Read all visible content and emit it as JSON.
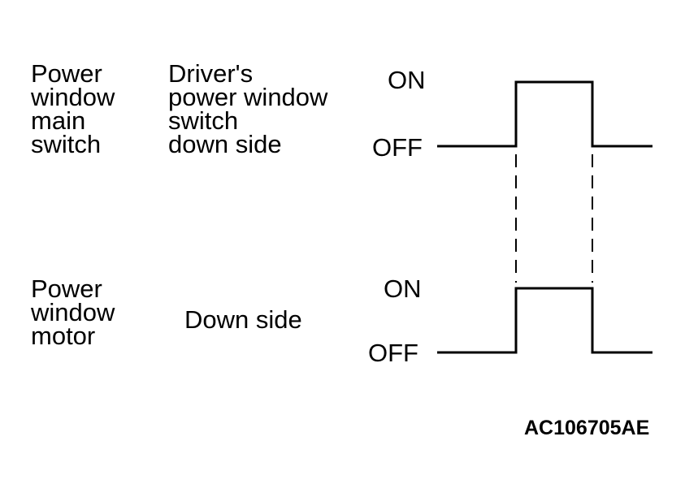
{
  "signals": [
    {
      "name_lines": [
        "Power",
        "window",
        "main",
        "switch"
      ],
      "condition_lines": [
        "Driver's",
        "power window",
        "switch",
        "down side"
      ],
      "on_label": "ON",
      "off_label": "OFF"
    },
    {
      "name_lines": [
        "Power",
        "window",
        "motor"
      ],
      "condition_lines": [
        "Down side"
      ],
      "on_label": "ON",
      "off_label": "OFF"
    }
  ],
  "figure_id": "AC106705AE",
  "colors": {
    "line": "#000000",
    "background": "#ffffff"
  }
}
